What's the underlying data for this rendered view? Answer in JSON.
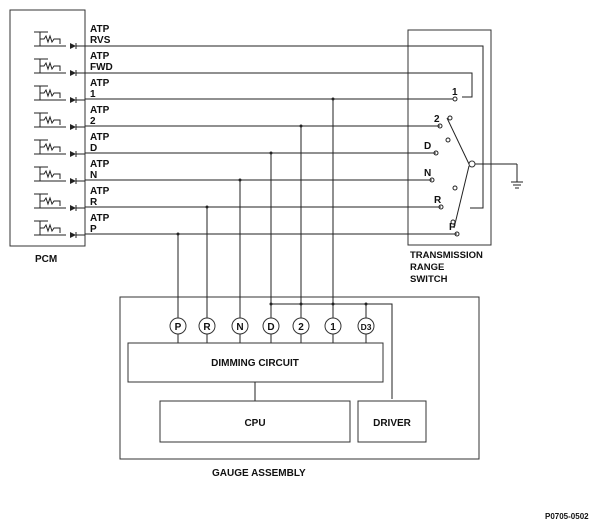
{
  "pcm": {
    "label": "PCM",
    "outputs": [
      {
        "top": "ATP",
        "bottom": "RVS"
      },
      {
        "top": "ATP",
        "bottom": "FWD"
      },
      {
        "top": "ATP",
        "bottom": "1"
      },
      {
        "top": "ATP",
        "bottom": "2"
      },
      {
        "top": "ATP",
        "bottom": "D"
      },
      {
        "top": "ATP",
        "bottom": "N"
      },
      {
        "top": "ATP",
        "bottom": "R"
      },
      {
        "top": "ATP",
        "bottom": "P"
      }
    ]
  },
  "switch": {
    "line1": "TRANSMISSION",
    "line2": "RANGE",
    "line3": "SWITCH",
    "positions": [
      "1",
      "2",
      "D",
      "N",
      "R",
      "P"
    ]
  },
  "gauge": {
    "label": "GAUGE ASSEMBLY",
    "indicators": [
      "P",
      "R",
      "N",
      "D",
      "2",
      "1",
      "D3"
    ],
    "dimming_label": "DIMMING CIRCUIT",
    "cpu_label": "CPU",
    "driver_label": "DRIVER"
  },
  "figure_id": "P0705-0502"
}
